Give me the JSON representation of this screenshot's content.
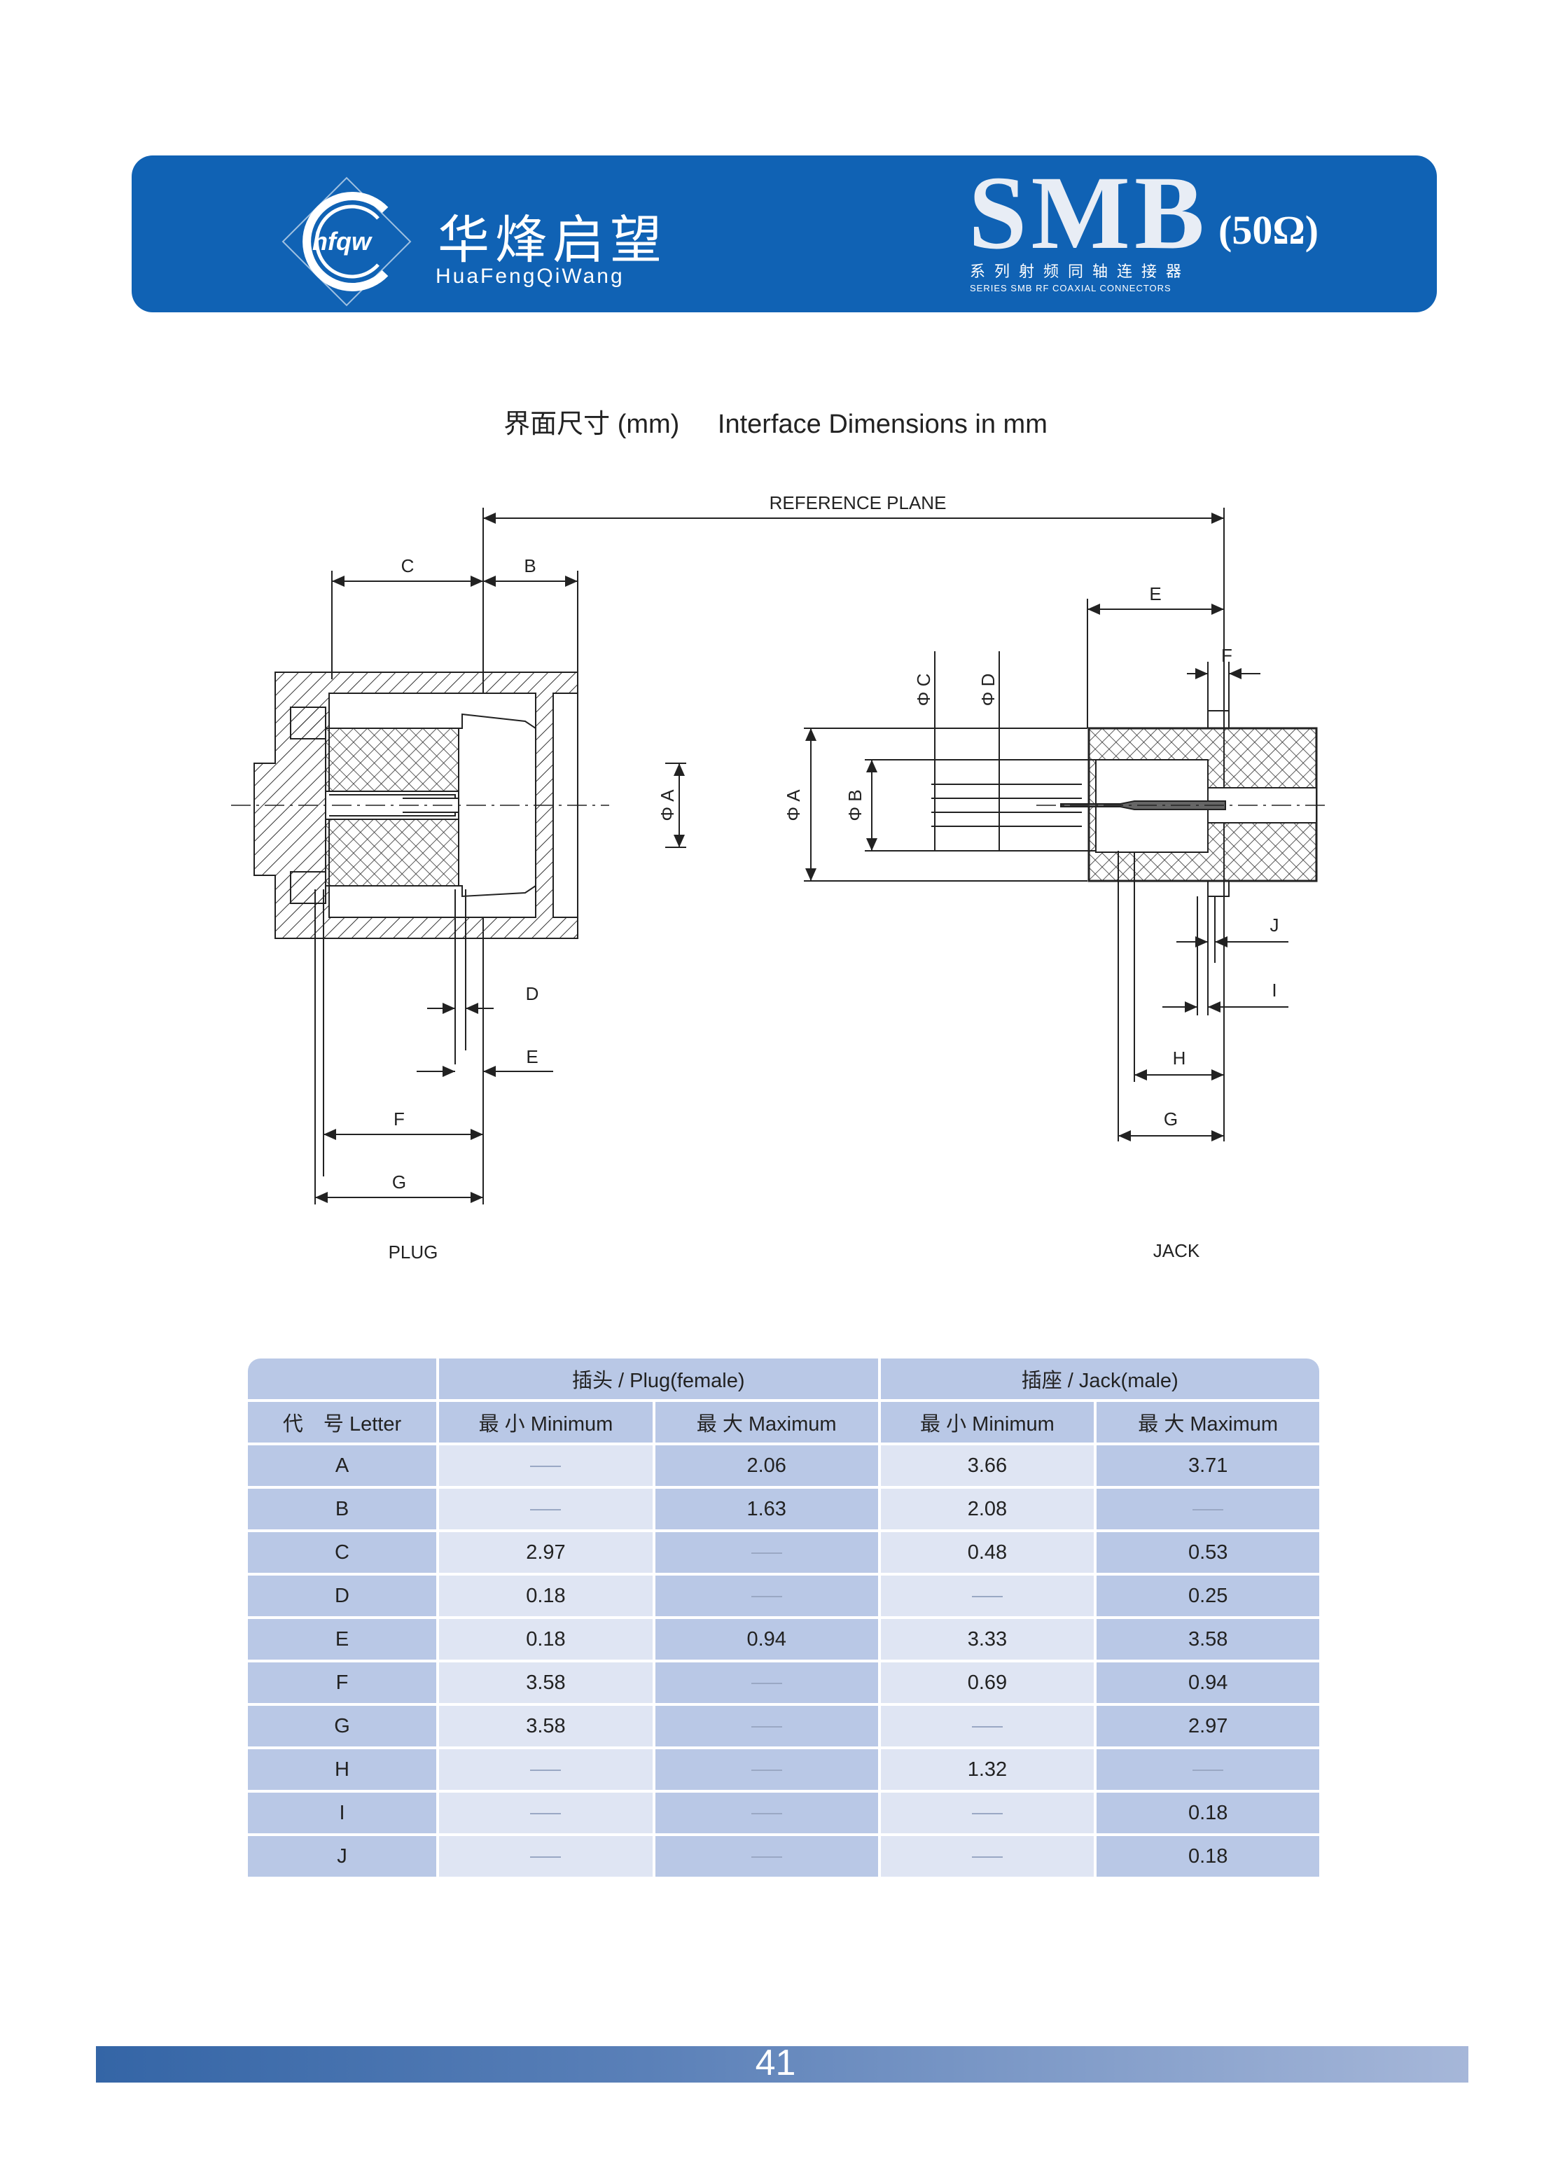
{
  "header": {
    "logo_text": "hfqw",
    "brand_cn": "华烽启望",
    "brand_en": "HuaFengQiWang",
    "series_name": "SMB",
    "impedance": "(50Ω)",
    "series_cn": "系列射频同轴连接器",
    "series_en": "SERIES SMB RF COAXIAL CONNECTORS"
  },
  "title": {
    "cn": "界面尺寸 (mm)",
    "en": "Interface Dimensions in mm"
  },
  "drawing": {
    "reference_plane": "REFERENCE PLANE",
    "plug_label": "PLUG",
    "jack_label": "JACK",
    "plug_dims": [
      "C",
      "B",
      "D",
      "E",
      "F",
      "G",
      "Φ A"
    ],
    "jack_dims": [
      "E",
      "F",
      "Φ C",
      "Φ D",
      "Φ A",
      "Φ B",
      "J",
      "I",
      "H",
      "G"
    ]
  },
  "table": {
    "group_plug": "插头 / Plug(female)",
    "group_jack": "插座 / Jack(male)",
    "col_letter": "代　号 Letter",
    "col_min": "最 小 Minimum",
    "col_max": "最 大 Maximum",
    "rows": [
      {
        "letter": "A",
        "plug_min": "",
        "plug_max": "2.06",
        "jack_min": "3.66",
        "jack_max": "3.71"
      },
      {
        "letter": "B",
        "plug_min": "",
        "plug_max": "1.63",
        "jack_min": "2.08",
        "jack_max": ""
      },
      {
        "letter": "C",
        "plug_min": "2.97",
        "plug_max": "",
        "jack_min": "0.48",
        "jack_max": "0.53"
      },
      {
        "letter": "D",
        "plug_min": "0.18",
        "plug_max": "",
        "jack_min": "",
        "jack_max": "0.25"
      },
      {
        "letter": "E",
        "plug_min": "0.18",
        "plug_max": "0.94",
        "jack_min": "3.33",
        "jack_max": "3.58"
      },
      {
        "letter": "F",
        "plug_min": "3.58",
        "plug_max": "",
        "jack_min": "0.69",
        "jack_max": "0.94"
      },
      {
        "letter": "G",
        "plug_min": "3.58",
        "plug_max": "",
        "jack_min": "",
        "jack_max": "2.97"
      },
      {
        "letter": "H",
        "plug_min": "",
        "plug_max": "",
        "jack_min": "1.32",
        "jack_max": ""
      },
      {
        "letter": "I",
        "plug_min": "",
        "plug_max": "",
        "jack_min": "",
        "jack_max": "0.18"
      },
      {
        "letter": "J",
        "plug_min": "",
        "plug_max": "",
        "jack_min": "",
        "jack_max": "0.18"
      }
    ]
  },
  "footer": {
    "page_number": "41"
  },
  "colors": {
    "banner": "#1062b4",
    "table_dark": "#b9c8e6",
    "table_light": "#dfe5f3"
  }
}
